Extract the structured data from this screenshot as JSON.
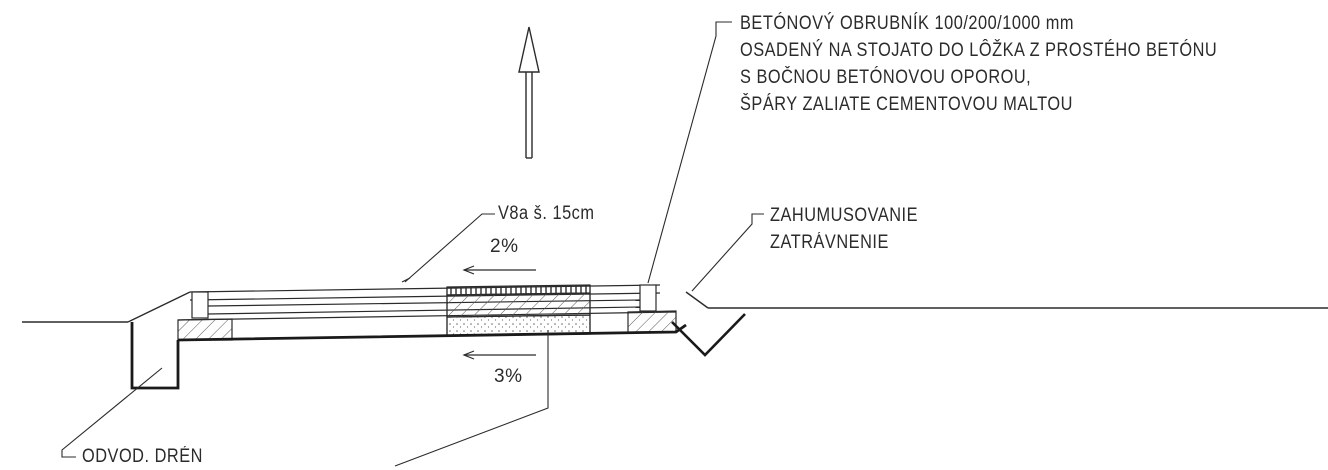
{
  "colors": {
    "ink": "#2b2b2b",
    "paper": "#ffffff",
    "hatch": "#5a5a5a"
  },
  "labels": {
    "curb_note": [
      "BETÓNOVÝ OBRUBNÍK 100/200/1000 mm",
      "OSADENÝ NA STOJATO DO LÔŽKA Z PROSTÉHO BETÓNU",
      "S BOČNOU BETÓNOVOU OPOROU,",
      "ŠPÁRY ZALIATE CEMENTOVOU MALTOU"
    ],
    "pavement_layer": "V8a š. 15cm",
    "slope_top": "2%",
    "slope_bottom": "3%",
    "soil_note": [
      "ZAHUMUSOVANIE",
      "ZATRÁVNENIE"
    ],
    "drain_note": "ODVOD. DRÉN"
  }
}
